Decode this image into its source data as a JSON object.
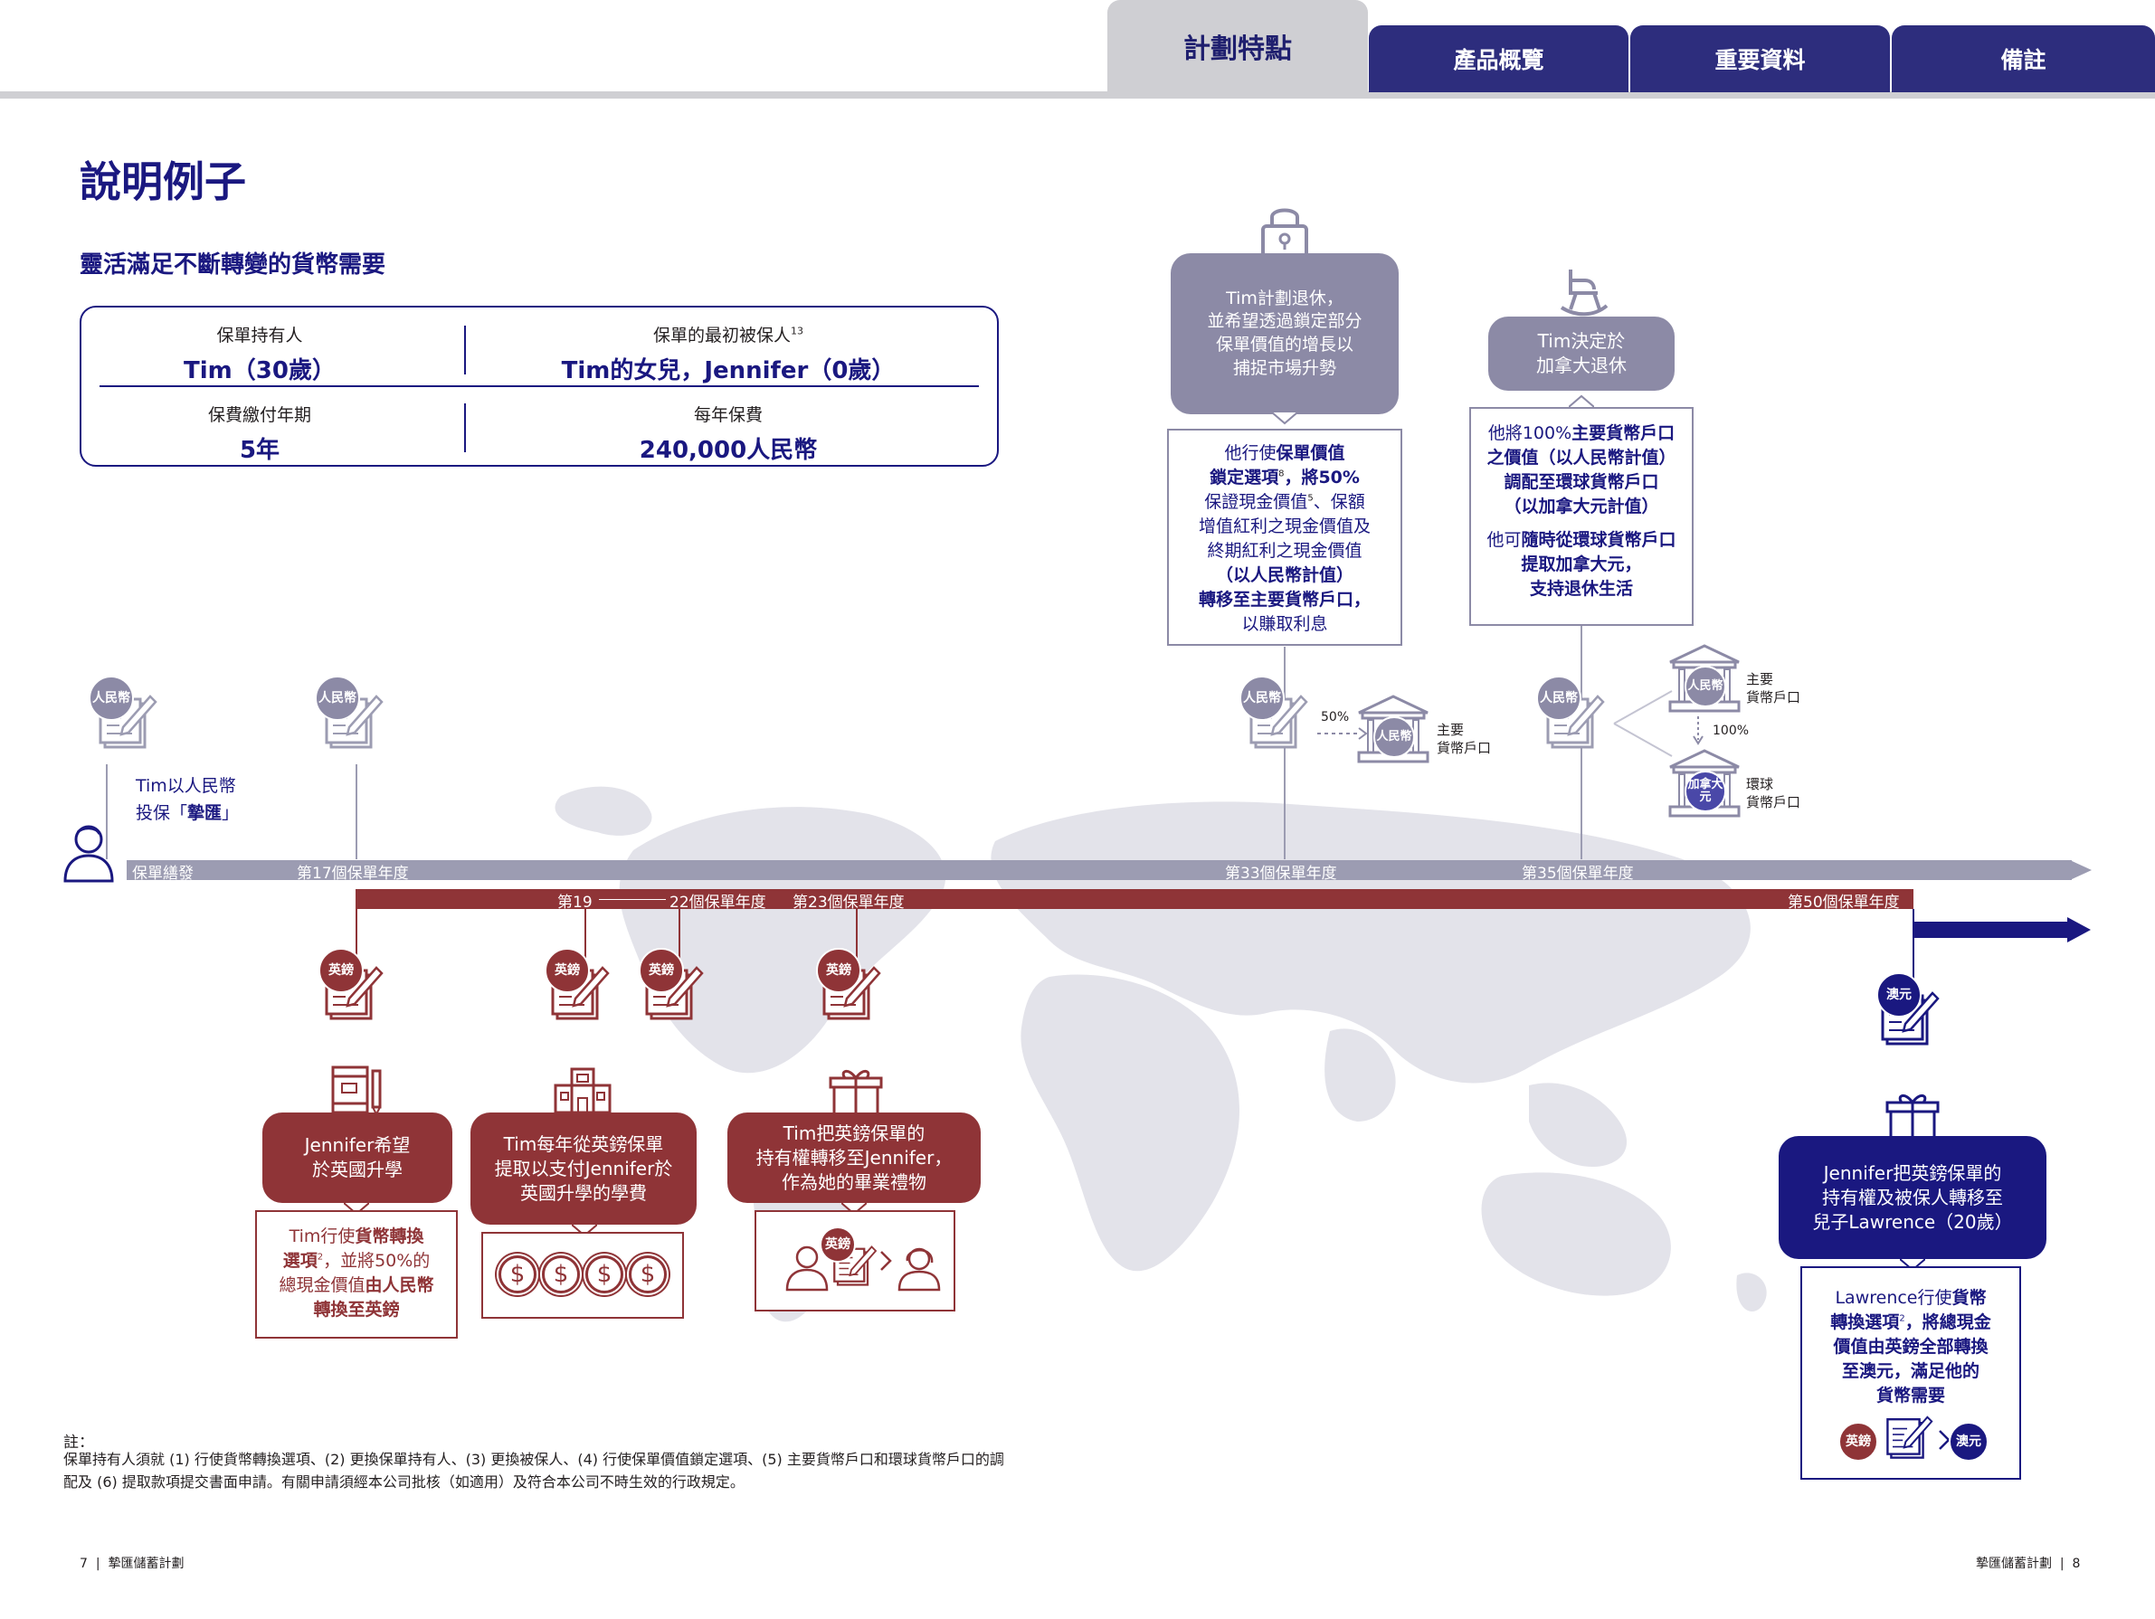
{
  "tabs": [
    {
      "label": "計劃特點",
      "active": true
    },
    {
      "label": "產品概覽",
      "active": false
    },
    {
      "label": "重要資料",
      "active": false
    },
    {
      "label": "備註",
      "active": false
    }
  ],
  "page_title": "說明例子",
  "subtitle": "靈活滿足不斷轉變的貨幣需要",
  "info": {
    "holder_label": "保單持有人",
    "holder_value": "Tim（30歲）",
    "insured_label": "保單的最初被保人",
    "insured_sup": "13",
    "insured_value": "Tim的女兒，Jennifer（0歲）",
    "term_label": "保費繳付年期",
    "term_value": "5年",
    "premium_label": "每年保費",
    "premium_value": "240,000人民幣"
  },
  "currencies": {
    "rmb": "人民幣",
    "gbp": "英鎊",
    "aud": "澳元",
    "cad": "加拿大元"
  },
  "start_text": {
    "line1": "Tim以人民幣",
    "line2_pre": "投保「",
    "product": "摯匯",
    "line2_post": "」"
  },
  "timeline": {
    "grey": {
      "start": "保單繕發",
      "y17": "第17個保單年度",
      "y33": "第33個保單年度",
      "y35": "第35個保單年度"
    },
    "red": {
      "y19": "第19",
      "y22": "22個保單年度",
      "y23": "第23個保單年度",
      "y50": "第50個保單年度"
    }
  },
  "events": {
    "lock_box": "Tim計劃退休，\n並希望透過鎖定部分\n保單價值的增長以\n捕捉市場升勢",
    "lock_detail": {
      "p1": "他行使",
      "p1b": "保單價值\n鎖定選項",
      "sup": "8",
      "p1c": "，將50%",
      "p2": "保證現金價值",
      "sup2": "5",
      "p2b": "、保額\n增值紅利之現金價值及\n終期紅利之現金價值",
      "p3": "（以人民幣計值）\n轉移至主要貨幣戶口，",
      "p4": "以賺取利息"
    },
    "retire_box": "Tim決定於\n加拿大退休",
    "retire_detail": {
      "p1": "他將100%",
      "p1b": "主要貨幣戶口\n之價值（以人民幣計值）\n調配至環球貨幣戶口\n（以加拿大元計值）",
      "p2": "他可",
      "p2b": "隨時從環球貨幣戶口\n提取加拿大元，\n支持退休生活"
    },
    "pct50": "50%",
    "pct100": "100%",
    "primary_account": "主要\n貨幣戶口",
    "global_account": "環球\n貨幣戶口",
    "study_box": "Jennifer希望\n於英國升學",
    "study_detail": {
      "p1": "Tim行使",
      "p1b": "貨幣轉換\n選項",
      "sup": "2",
      "p1c": "，並將50%的\n總現金價值",
      "p1d": "由人民幣\n轉換至英鎊"
    },
    "withdraw_box": "Tim每年從英鎊保單\n提取以支付Jennifer於\n英國升學的學費",
    "dollar": "$",
    "gift_box": "Tim把英鎊保單的\n持有權轉移至Jennifer，\n作為她的畢業禮物",
    "final_box": "Jennifer把英鎊保單的\n持有權及被保人轉移至\n兒子Lawrence（20歲）",
    "final_detail": {
      "p1": "Lawrence行使",
      "p1b": "貨幣\n轉換選項",
      "sup": "2",
      "p1c": "，將總現金\n價值由英鎊全部轉換\n至澳元，滿足他的\n貨幣需要"
    }
  },
  "notes": {
    "heading": "註：",
    "text": "保單持有人須就 (1) 行使貨幣轉換選項、(2) 更換保單持有人、(3) 更換被保人、(4) 行使保單價值鎖定選項、(5) 主要貨幣戶口和環球貨幣戶口的調配及 (6) 提取款項提交書面申請。有關申請須經本公司批核（如適用）及符合本公司不時生效的行政規定。"
  },
  "footer": {
    "left_page": "7",
    "left_title": "摯匯儲蓄計劃",
    "right_title": "摯匯儲蓄計劃",
    "right_page": "8"
  },
  "colors": {
    "navy": "#1a1880",
    "maroon": "#8f3437",
    "grey": "#8c8aa6",
    "map": "#e3e3ea"
  }
}
